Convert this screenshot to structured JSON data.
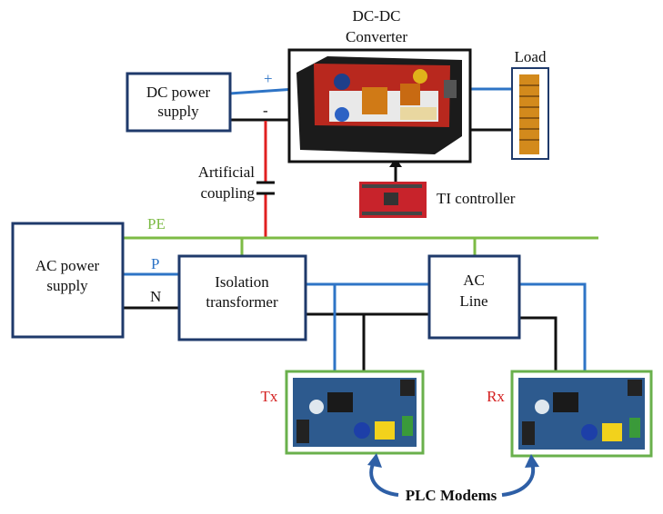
{
  "blocks": {
    "dc_supply": {
      "line1": "DC power",
      "line2": "supply"
    },
    "converter": {
      "line1": "DC-DC",
      "line2": "Converter"
    },
    "load": "Load",
    "ac_supply": {
      "line1": "AC power",
      "line2": "supply"
    },
    "isolation": {
      "line1": "Isolation",
      "line2": "transformer"
    },
    "ac_line": {
      "line1": "AC",
      "line2": "Line"
    },
    "ti_controller": "TI controller",
    "coupling": {
      "line1": "Artificial",
      "line2": "coupling"
    }
  },
  "wire_labels": {
    "plus": "+",
    "minus": "-",
    "pe": "PE",
    "p": "P",
    "n": "N"
  },
  "modems": {
    "tx": "Tx",
    "rx": "Rx",
    "caption": "PLC Modems"
  },
  "colors": {
    "box_border": "#1f3a6b",
    "dc_wire": "#2e74c6",
    "pe_wire": "#7dbb45",
    "coupling_wire": "#e02020",
    "modem_border": "#6ab04c",
    "tx_rx_label": "#d42020",
    "converter_board": "#b8281e",
    "load_body": "#d38a1c",
    "pcb_blue": "#2d5a8e"
  }
}
